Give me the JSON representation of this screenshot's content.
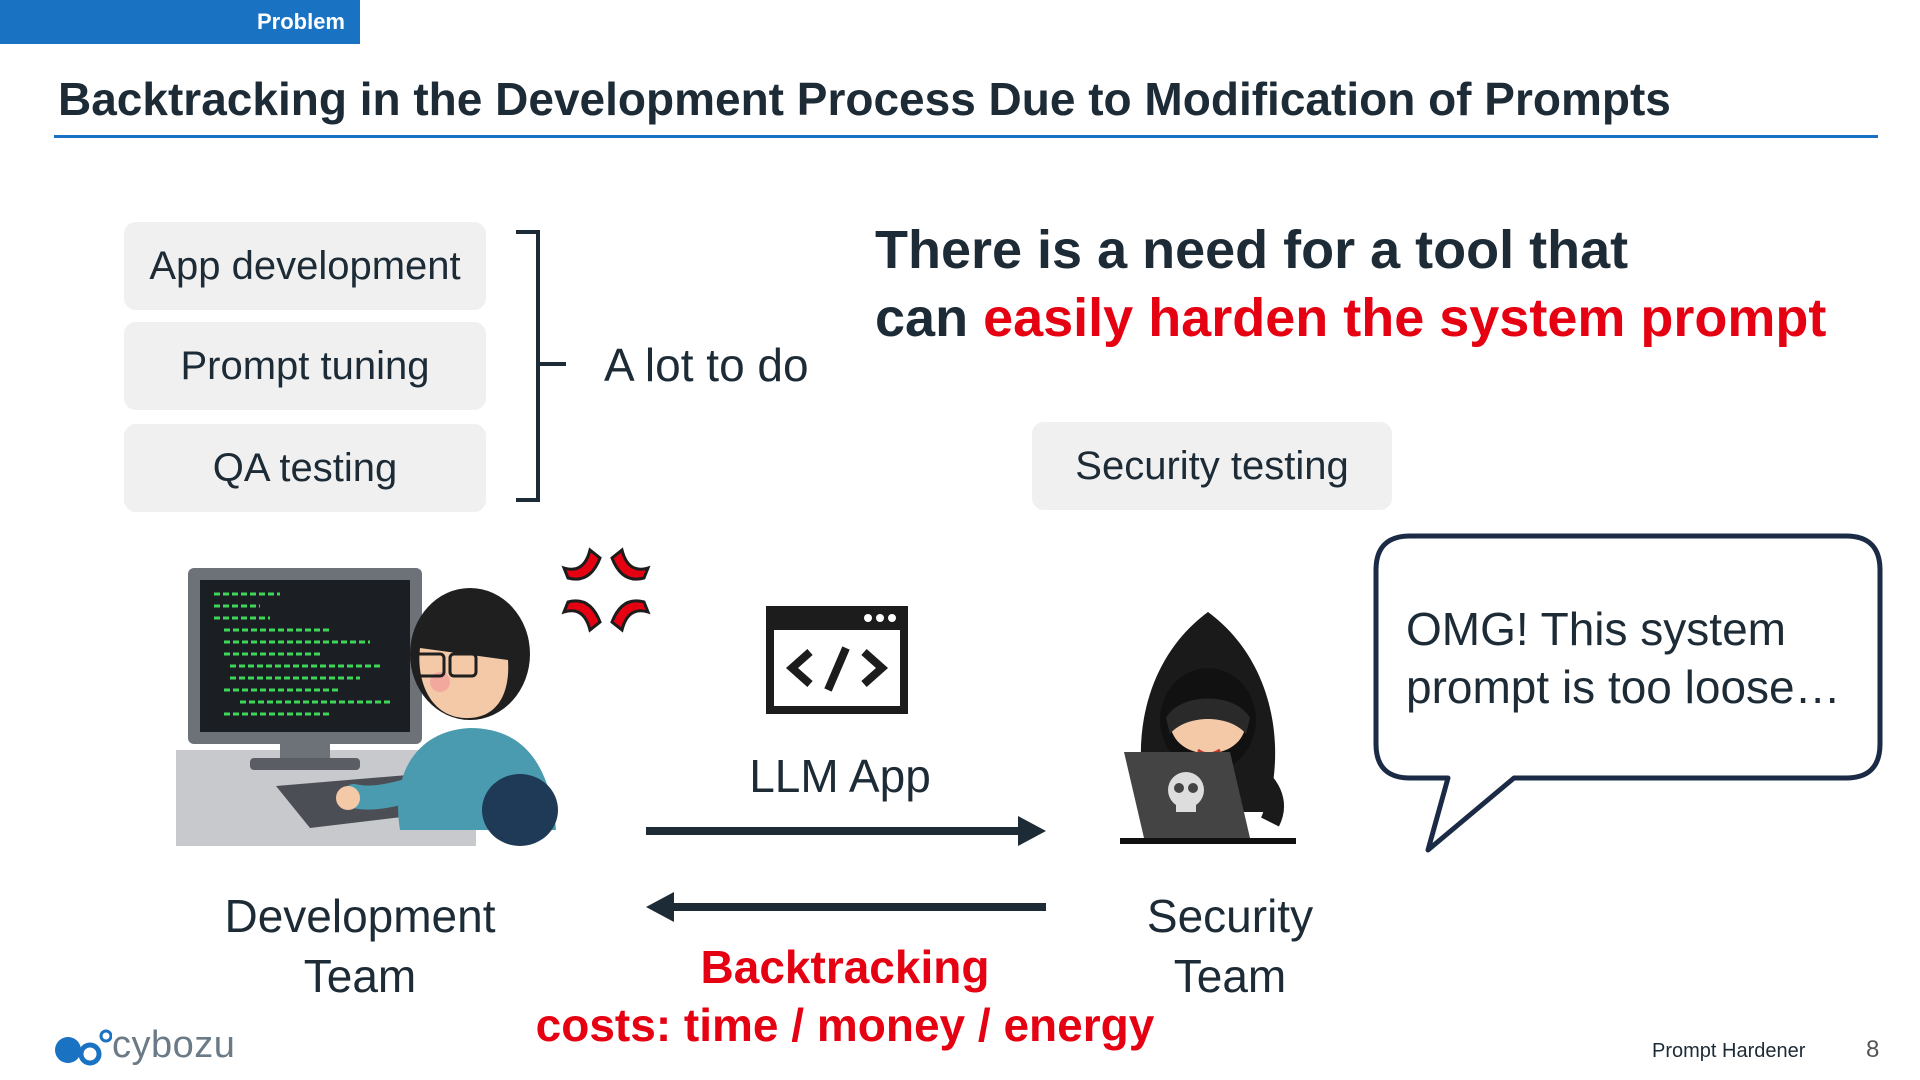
{
  "header": {
    "section_tag": "Problem",
    "title": "Backtracking in the Development Process Due to Modification of Prompts"
  },
  "tasks": {
    "items": [
      "App development",
      "Prompt tuning",
      "QA testing"
    ],
    "summary": "A lot to do"
  },
  "need": {
    "line1": "There is a need for a tool that",
    "line2_prefix": "can ",
    "line2_highlight": "easily harden the system prompt"
  },
  "security_task": "Security testing",
  "app": {
    "label": "LLM App"
  },
  "teams": {
    "dev": {
      "line1": "Development",
      "line2": "Team"
    },
    "sec": {
      "line1": "Security",
      "line2": "Team"
    }
  },
  "bubble": {
    "line1": "OMG! This system",
    "line2": "prompt is too loose…"
  },
  "backtracking": {
    "line1": "Backtracking",
    "line2": "costs: time / money / energy"
  },
  "footer": {
    "product": "Prompt Hardener",
    "page": "8",
    "logo": "cybozu"
  },
  "colors": {
    "accent_blue": "#1a72c2",
    "text_dark": "#1c2b36",
    "alert_red": "#e50012"
  },
  "icons": [
    "anger-icon",
    "code-window-icon",
    "arrow-right-icon",
    "arrow-left-icon",
    "developer-illustration",
    "hacker-illustration",
    "skull-icon",
    "speech-bubble"
  ]
}
